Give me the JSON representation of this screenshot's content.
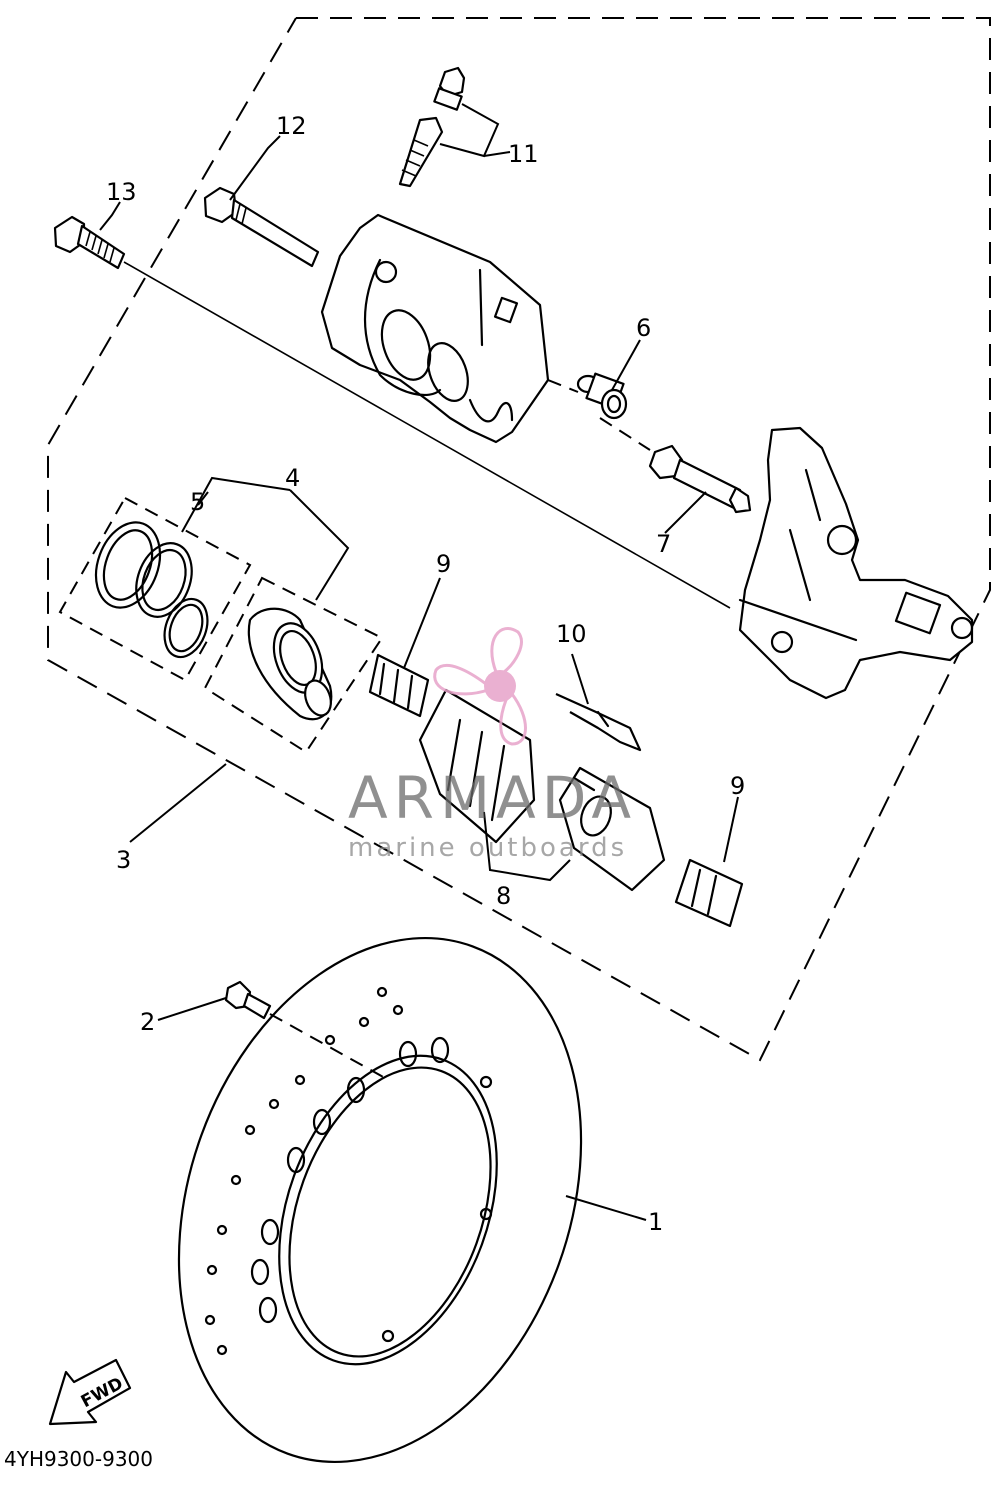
{
  "diagram": {
    "callouts": {
      "c1": "1",
      "c2": "2",
      "c3": "3",
      "c4": "4",
      "c5": "5",
      "c6": "6",
      "c7": "7",
      "c8": "8",
      "c9a": "9",
      "c9b": "9",
      "c10": "10",
      "c11": "11",
      "c12": "12",
      "c13": "13"
    },
    "fwd_label": "FWD",
    "drawing_code": "4YH9300-9300"
  },
  "watermark": {
    "brand": "ARMADA",
    "tagline": "marine outboards",
    "logo": "propeller-logo-icon",
    "color": "#e7a3c9"
  }
}
